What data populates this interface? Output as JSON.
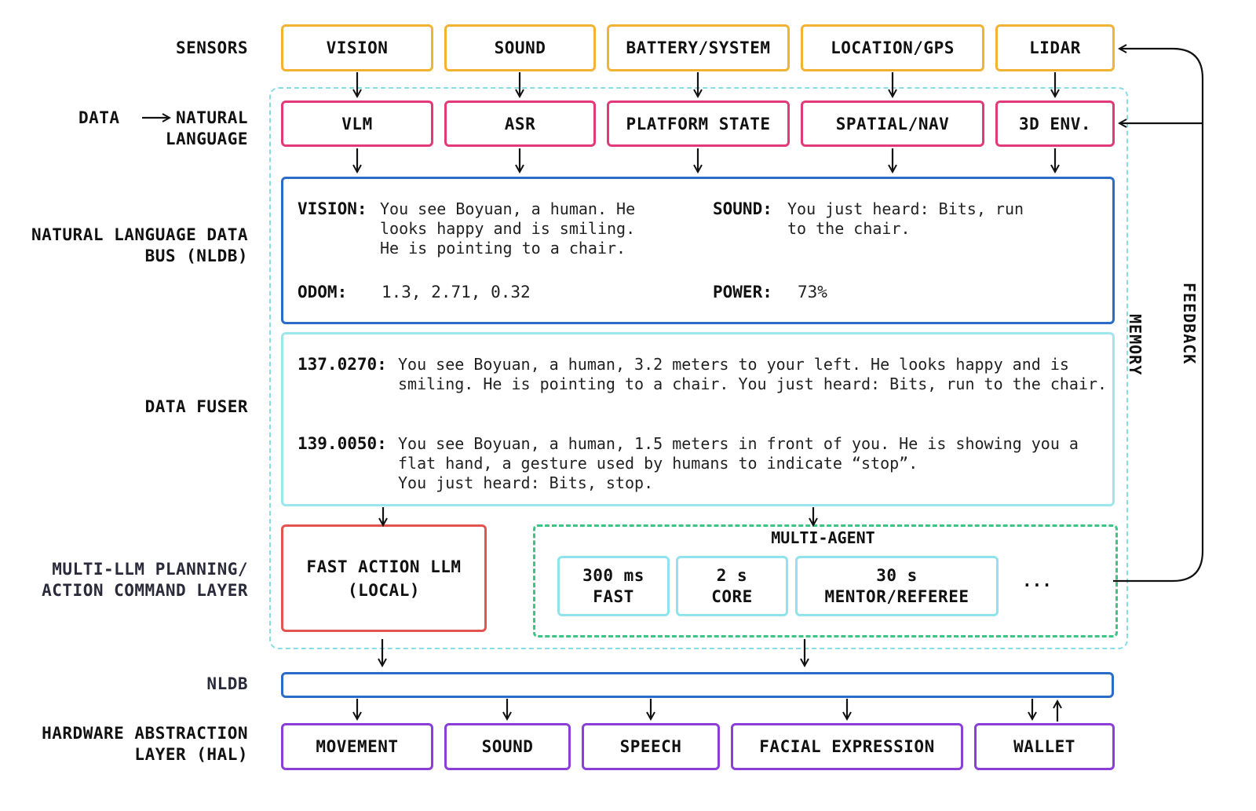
{
  "row_labels": {
    "sensors": "SENSORS",
    "data": "DATA",
    "natural_language": "NATURAL\nLANGUAGE",
    "nldb_full": "NATURAL LANGUAGE DATA\nBUS (NLDB)",
    "data_fuser": "DATA FUSER",
    "planning": "MULTI-LLM PLANNING/\nACTION COMMAND LAYER",
    "nldb": "NLDB",
    "hal": "HARDWARE ABSTRACTION\nLAYER (HAL)"
  },
  "sensors": [
    "VISION",
    "SOUND",
    "BATTERY/SYSTEM",
    "LOCATION/GPS",
    "LIDAR"
  ],
  "converters": [
    "VLM",
    "ASR",
    "PLATFORM STATE",
    "SPATIAL/NAV",
    "3D ENV."
  ],
  "nldb_panel": {
    "vision_key": "VISION:",
    "vision_val": "You see Boyuan, a human. He\nlooks happy and is smiling.\nHe is pointing to a chair.",
    "sound_key": "SOUND:",
    "sound_val": "You just heard: Bits, run\nto the chair.",
    "odom_key": "ODOM:",
    "odom_val": "1.3, 2.71, 0.32",
    "power_key": "POWER:",
    "power_val": "73%"
  },
  "fuser": {
    "t1": "137.0270:",
    "m1": "You see Boyuan, a human, 3.2 meters to your left. He looks happy and is\nsmiling. He is pointing to a chair. You just heard: Bits, run to the chair.",
    "t2": "139.0050:",
    "m2": "You see Boyuan, a human, 1.5 meters in front of you. He is showing you a\nflat hand, a gesture used by humans to indicate “stop”.\nYou just heard: Bits, stop."
  },
  "fast_action": "FAST ACTION LLM\n(LOCAL)",
  "multi_agent": {
    "title": "MULTI-AGENT",
    "agents": [
      "300 ms\nFAST",
      "2 s\nCORE",
      "30 s\nMENTOR/REFEREE"
    ],
    "more": "..."
  },
  "side_labels": {
    "memory": "MEMORY",
    "feedback": "FEEDBACK"
  },
  "hal_items": [
    "MOVEMENT",
    "SOUND",
    "SPEECH",
    "FACIAL EXPRESSION",
    "WALLET"
  ],
  "colors": {
    "sensor": "#f2b233",
    "converter": "#e23a78",
    "nldb": "#2a6cc7",
    "fuser": "#9ee6ee",
    "fast_action": "#e25450",
    "multi_agent": "#3cc486",
    "hal": "#8a3fd6"
  }
}
